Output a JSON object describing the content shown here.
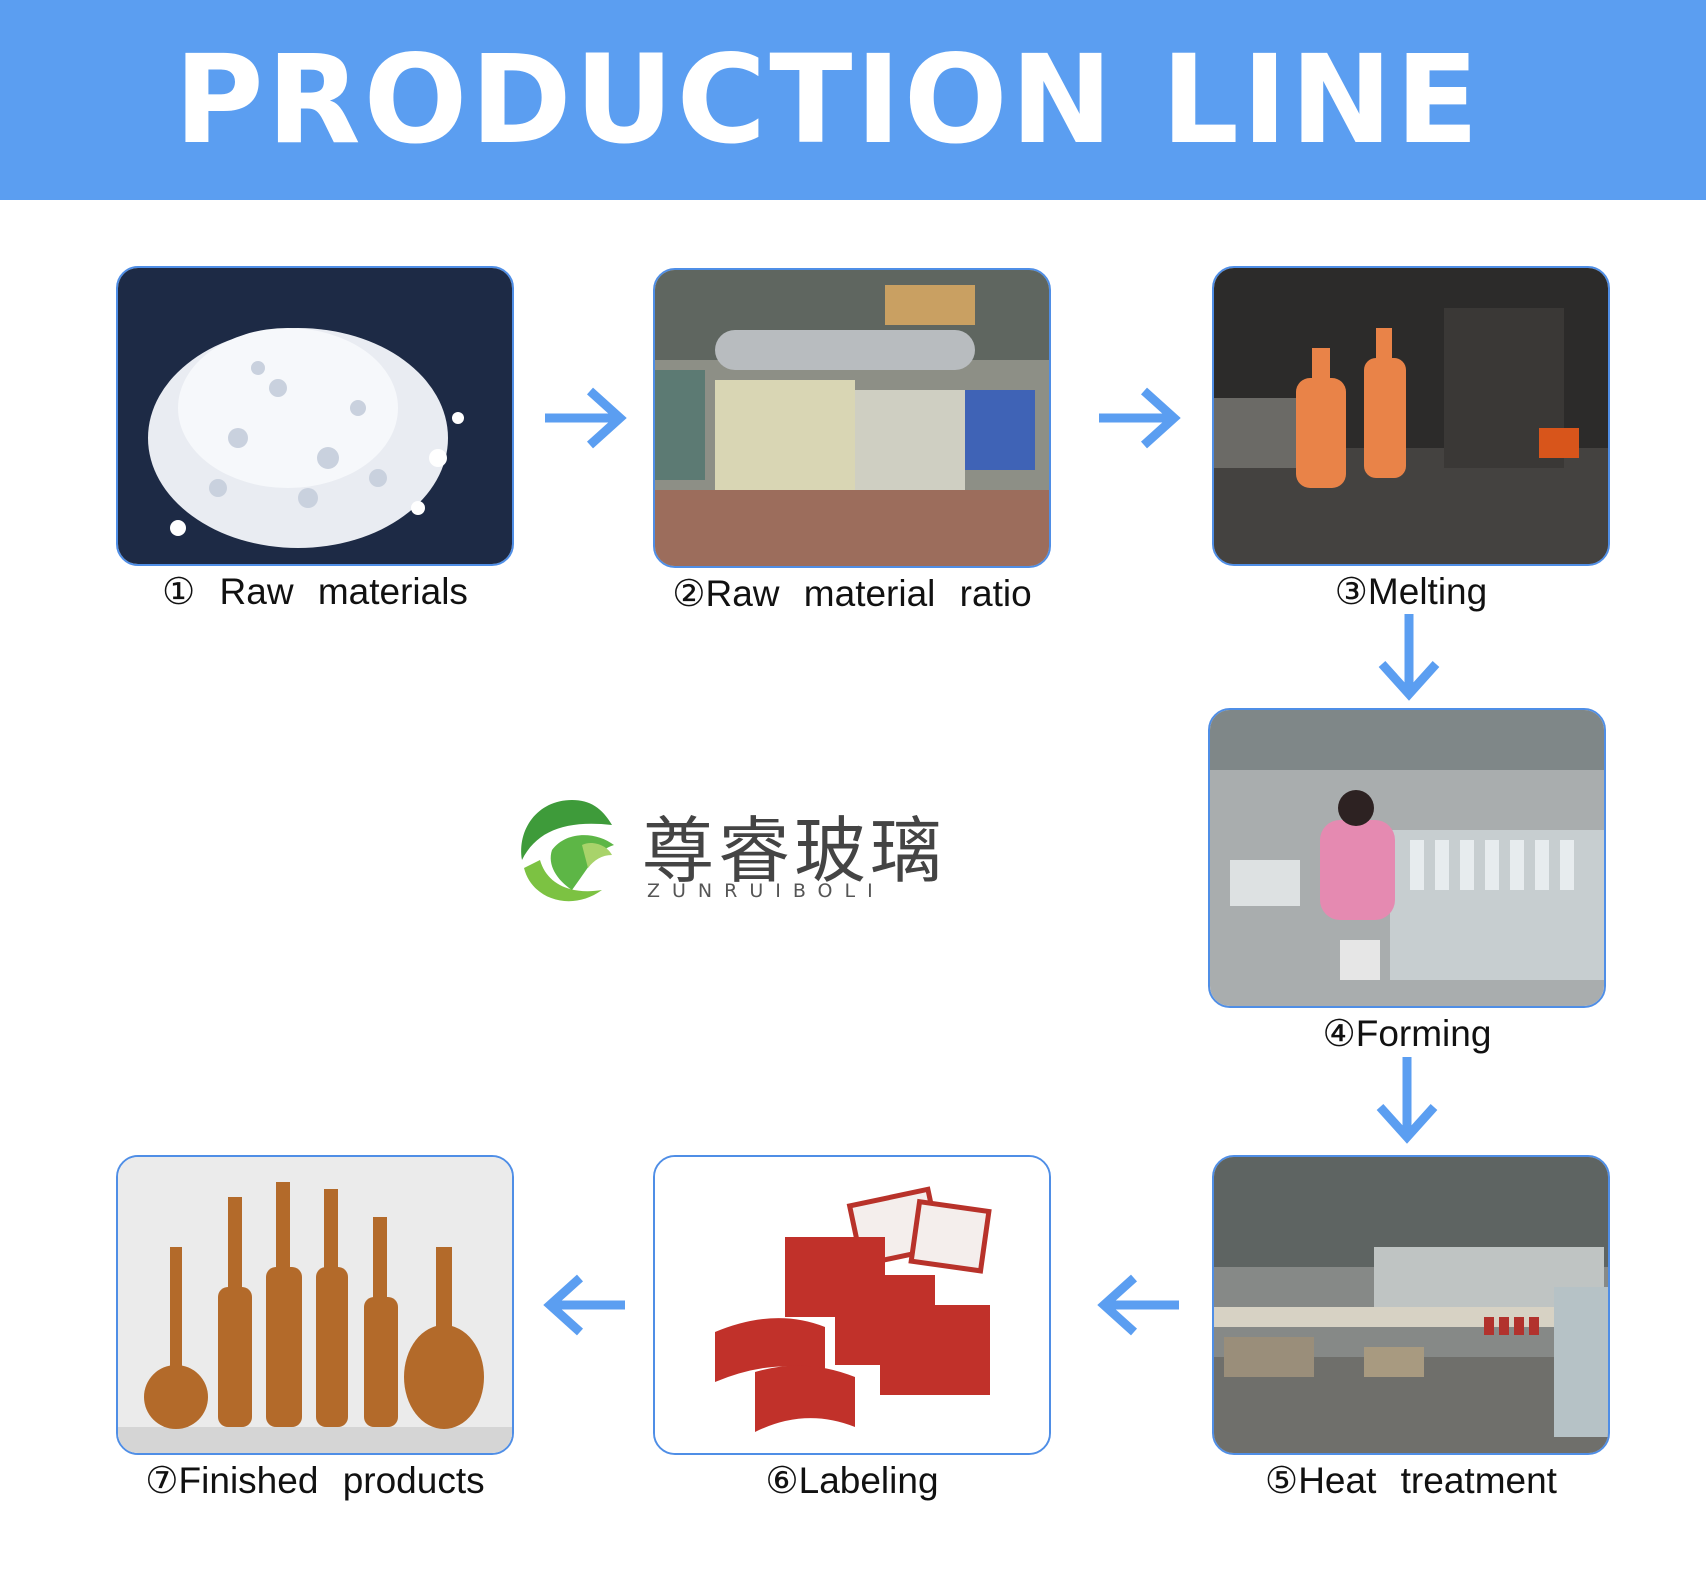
{
  "header": {
    "title": "PRODUCTION LINE",
    "bg_color": "#5b9ef1"
  },
  "accent_color": "#5b9ef1",
  "steps": [
    {
      "caption": "① Raw materials",
      "photo": "white crystalline quartz sand pile"
    },
    {
      "caption": "②Raw material ratio",
      "photo": "batch mixing workshop with ducts"
    },
    {
      "caption": "③Melting",
      "photo": "glowing glass bottles in forming machine"
    },
    {
      "caption": "④Forming",
      "photo": "workers inspecting glass bottles"
    },
    {
      "caption": "⑤Heat treatment",
      "photo": "annealing lehr factory hall"
    },
    {
      "caption": "⑥Labeling",
      "photo": "red Bing Chun beer labels"
    },
    {
      "caption": "⑦Finished products",
      "photo": "liquor bottles lineup"
    }
  ],
  "logo": {
    "name_cn": "尊睿玻璃",
    "name_en": "ZUNRUIBOLI",
    "icon": "green-leaf-bird-icon"
  },
  "arrows": [
    "arrow-right-icon",
    "arrow-right-icon",
    "arrow-down-icon",
    "arrow-down-icon",
    "arrow-left-icon",
    "arrow-left-icon"
  ]
}
